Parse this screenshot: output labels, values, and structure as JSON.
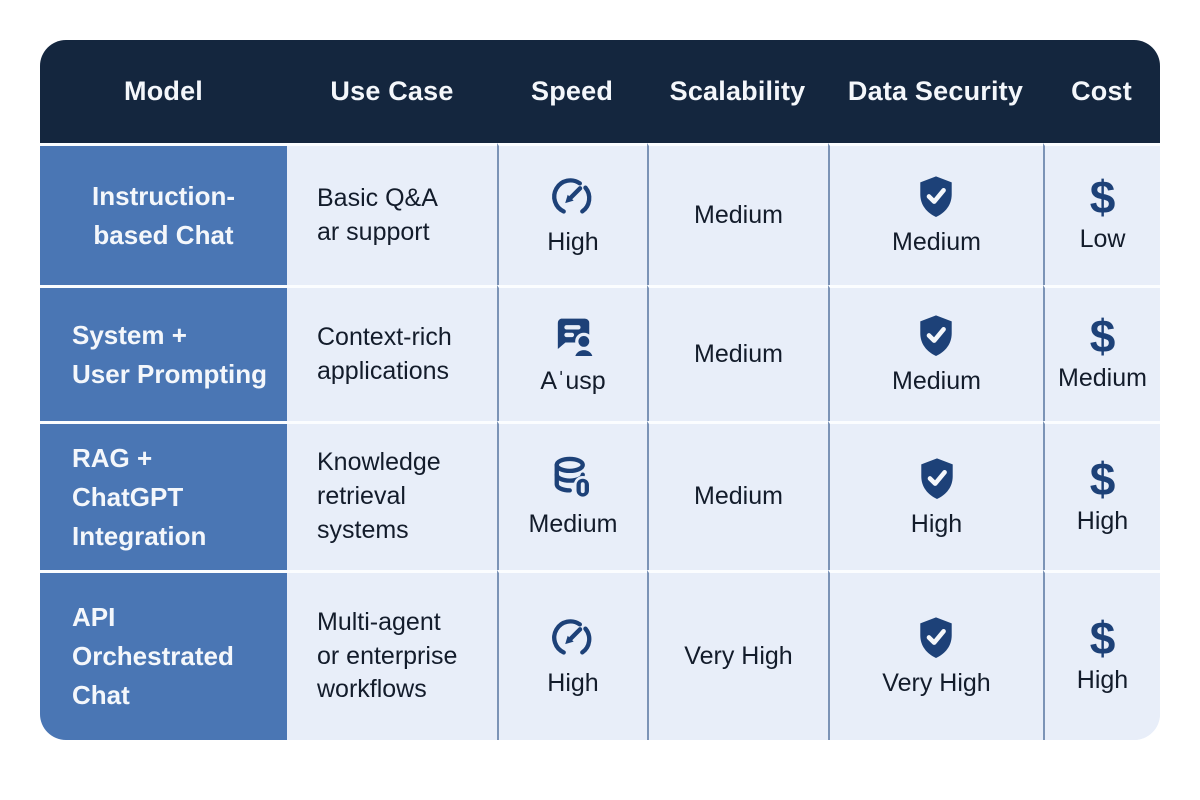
{
  "colors": {
    "header_bg": "#14263e",
    "model_column_bg": "#4a76b4",
    "cell_bg": "#e8eef9",
    "icon_navy": "#1d4178",
    "column_divider": "#7b93b6",
    "row_divider": "#fbfdff",
    "text_dark": "#131c2b",
    "text_light": "#f4f7fb"
  },
  "header": {
    "columns": [
      "Model",
      "Use Case",
      "Speed",
      "Scalability",
      "Data Security",
      "Cost"
    ]
  },
  "cost_symbol": "$",
  "rows": [
    {
      "model": "Instruction-\nbased Chat",
      "use_case": "Basic Q&A\nar support",
      "speed": {
        "icon": "gauge-icon",
        "label": "High"
      },
      "scalability": "Medium",
      "data_security": {
        "icon": "shield-check-icon",
        "label": "Medium"
      },
      "cost": {
        "icon": "dollar-icon",
        "label": "Low"
      }
    },
    {
      "model": "System +\nUser Prompting",
      "use_case": "Context-rich\napplications",
      "speed": {
        "icon": "chat-user-icon",
        "label": "Aˈusp"
      },
      "scalability": "Medium",
      "data_security": {
        "icon": "shield-check-icon",
        "label": "Medium"
      },
      "cost": {
        "icon": "dollar-icon",
        "label": "Medium"
      }
    },
    {
      "model": "RAG +\nChatGPT\nIntegration",
      "use_case": "Knowledge\nretrieval\nsystems",
      "speed": {
        "icon": "database-info-icon",
        "label": "Medium"
      },
      "scalability": "Medium",
      "data_security": {
        "icon": "shield-check-icon",
        "label": "High"
      },
      "cost": {
        "icon": "dollar-icon",
        "label": "High"
      }
    },
    {
      "model": "API\nOrchestrated\nChat",
      "use_case": "Multi-agent\nor enterprise\nworkflows",
      "speed": {
        "icon": "gauge-icon",
        "label": "High"
      },
      "scalability": "Very High",
      "data_security": {
        "icon": "shield-check-icon",
        "label": "Very High"
      },
      "cost": {
        "icon": "dollar-icon",
        "label": "High"
      }
    }
  ]
}
